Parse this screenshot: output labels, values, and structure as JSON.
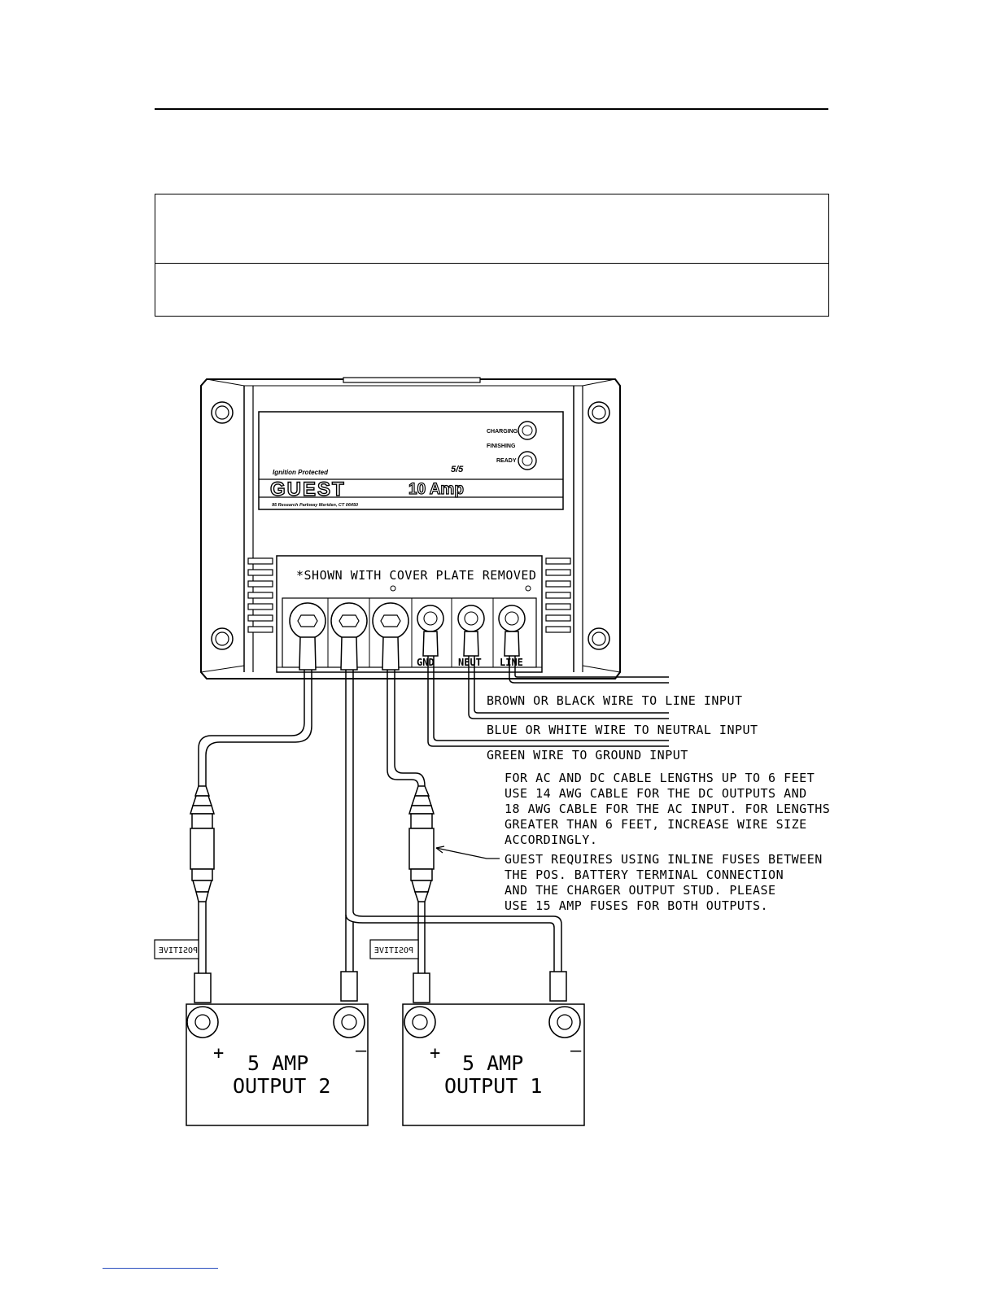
{
  "header": {
    "top_rule": "",
    "table_rows": [
      "",
      ""
    ]
  },
  "charger": {
    "label_charging": "CHARGING",
    "label_finishing": "FINISHING",
    "label_ready": "READY",
    "ignition": "Ignition Protected",
    "model_code": "5/5",
    "brand": "GUEST",
    "amp_rating": "10 Amp",
    "address": "95 Research Parkway Meriden, CT 06450",
    "cover_note": "*SHOWN WITH COVER PLATE REMOVED",
    "terminal_gnd": "GND",
    "terminal_neut": "NEUT",
    "terminal_line": "LINE"
  },
  "wires": {
    "line": "BROWN OR BLACK WIRE TO LINE INPUT",
    "neutral": "BLUE OR WHITE WIRE TO NEUTRAL INPUT",
    "ground": "GREEN WIRE TO GROUND INPUT"
  },
  "notes": {
    "cable": [
      "FOR AC AND DC CABLE LENGTHS UP TO 6 FEET",
      "USE 14 AWG CABLE FOR THE DC OUTPUTS AND",
      "18 AWG CABLE FOR THE AC INPUT.  FOR LENGTHS",
      "GREATER THAN 6 FEET, INCREASE WIRE SIZE",
      "ACCORDINGLY."
    ],
    "fuse": [
      "GUEST REQUIRES USING INLINE FUSES BETWEEN",
      "THE POS. BATTERY TERMINAL CONNECTION",
      "AND THE CHARGER OUTPUT STUD.  PLEASE",
      "USE 15 AMP FUSES FOR BOTH OUTPUTS."
    ]
  },
  "tags": {
    "left": "POSITIVE",
    "right": "POSITIVE"
  },
  "batteries": [
    {
      "plus": "+",
      "minus": "–",
      "rating": "5 AMP",
      "output": "OUTPUT 2"
    },
    {
      "plus": "+",
      "minus": "–",
      "rating": "5 AMP",
      "output": "OUTPUT 1"
    }
  ]
}
